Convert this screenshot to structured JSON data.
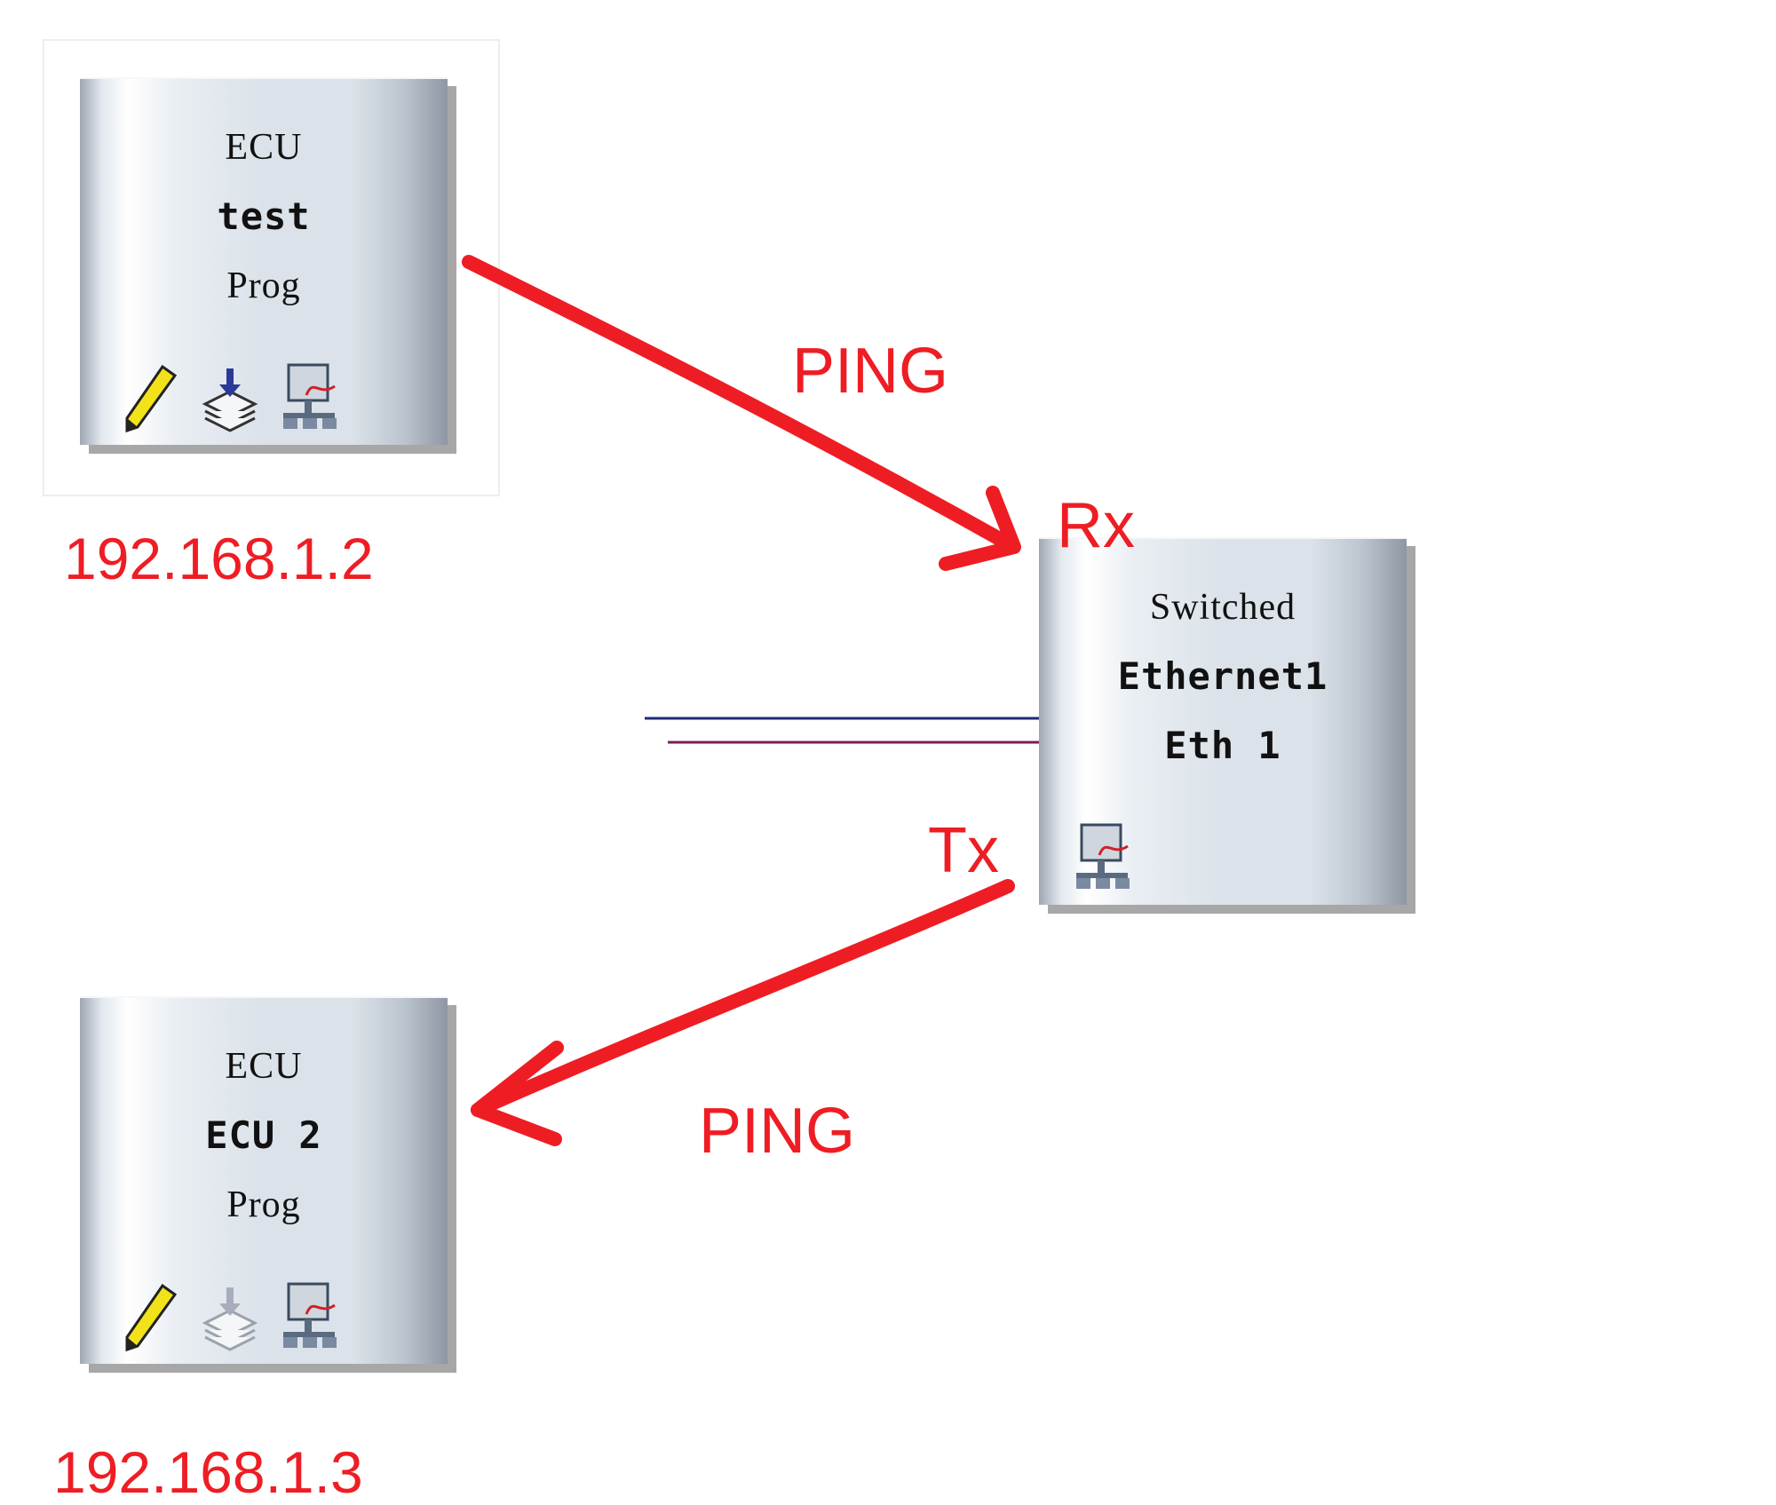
{
  "nodes": {
    "ecu_test": {
      "type": "ECU",
      "name": "test",
      "mode": "Prog"
    },
    "switch": {
      "type": "Switched",
      "name": "Ethernet1",
      "port": "Eth 1"
    },
    "ecu_2": {
      "type": "ECU",
      "name": "ECU 2",
      "mode": "Prog"
    }
  },
  "annotations": {
    "ip_test": "192.168.1.2",
    "ip_ecu2": "192.168.1.3",
    "ping_top": "PING",
    "ping_bottom": "PING",
    "rx": "Rx",
    "tx": "Tx"
  },
  "icons": {
    "edit": "pencil-icon",
    "program": "database-download-icon",
    "network": "network-monitor-icon"
  },
  "colors": {
    "annotation_red": "#ee1d24",
    "bus_line_blue": "#1f2a7a",
    "bus_line_purple": "#7a1f5a"
  }
}
